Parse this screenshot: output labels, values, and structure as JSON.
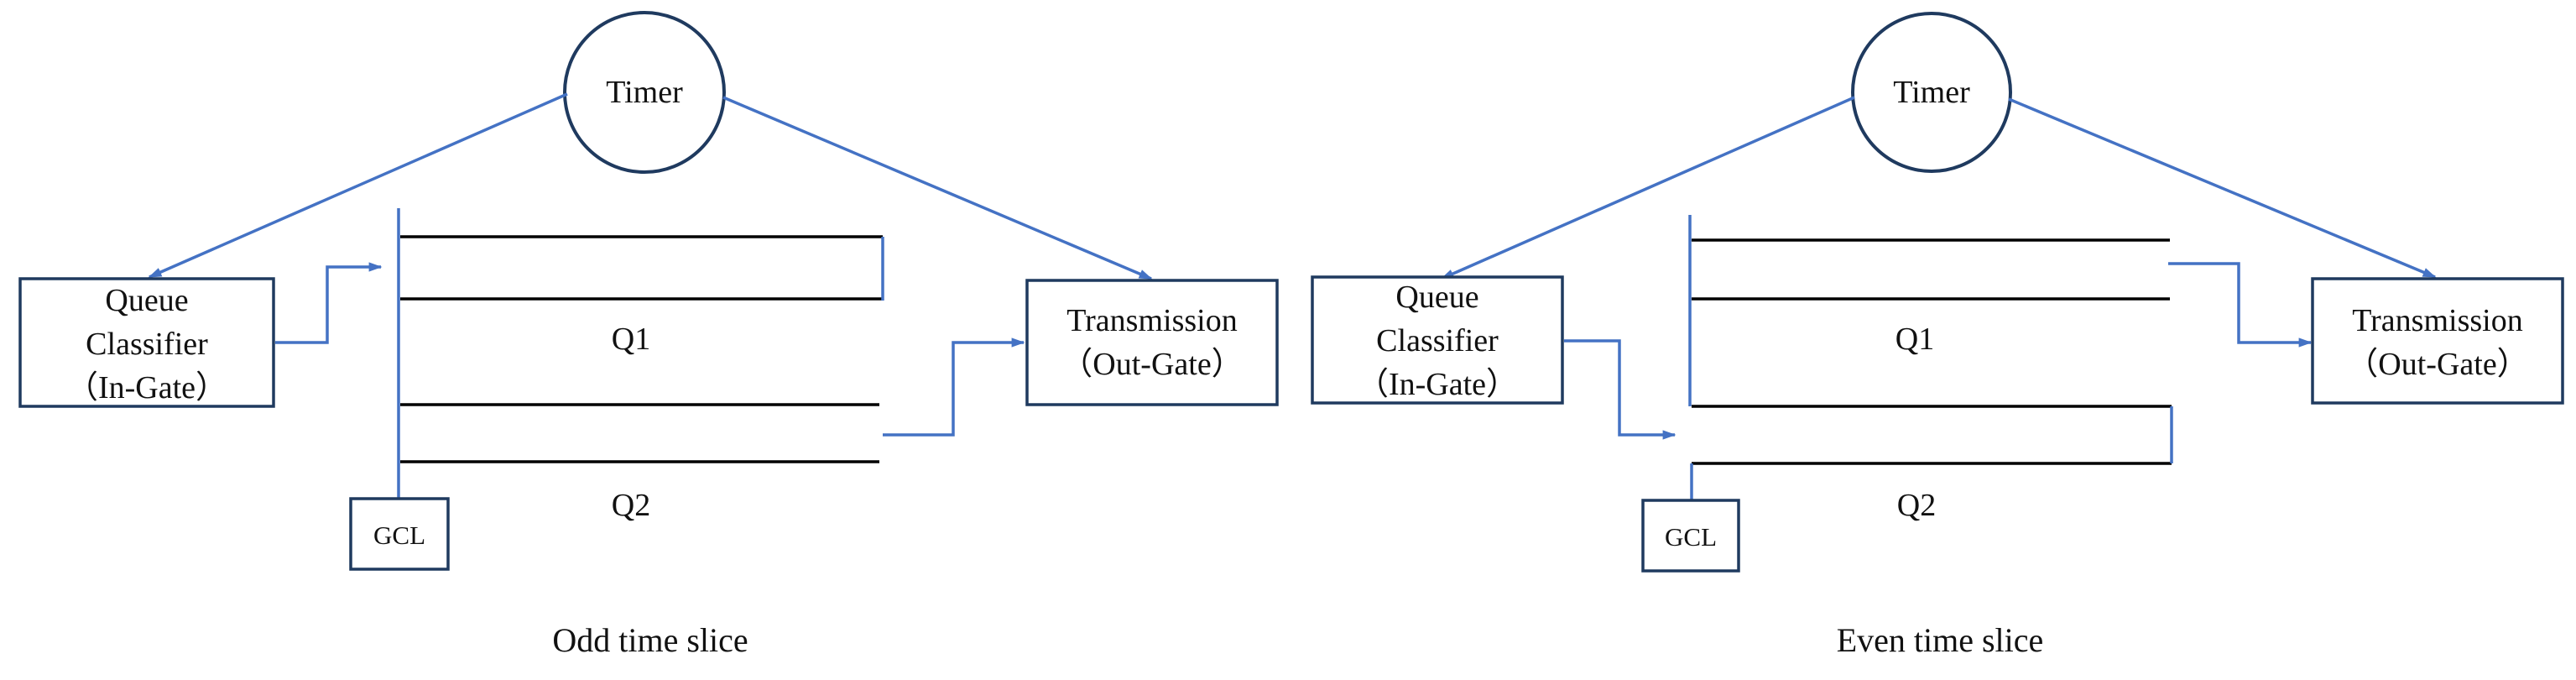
{
  "colors": {
    "arrow": "#4472c4",
    "box_border": "#1f3a5f",
    "queue_line": "#000000"
  },
  "panels": [
    {
      "caption": "Odd time slice",
      "timer": "Timer",
      "classifier": [
        "Queue",
        "Classifier",
        "（In-Gate）"
      ],
      "transmission": [
        "Transmission",
        "（Out-Gate）"
      ],
      "q1": "Q1",
      "q2": "Q2",
      "gcl": "GCL"
    },
    {
      "caption": "Even time slice",
      "timer": "Timer",
      "classifier": [
        "Queue",
        "Classifier",
        "（In-Gate）"
      ],
      "transmission": [
        "Transmission",
        "（Out-Gate）"
      ],
      "q1": "Q1",
      "q2": "Q2",
      "gcl": "GCL"
    }
  ]
}
